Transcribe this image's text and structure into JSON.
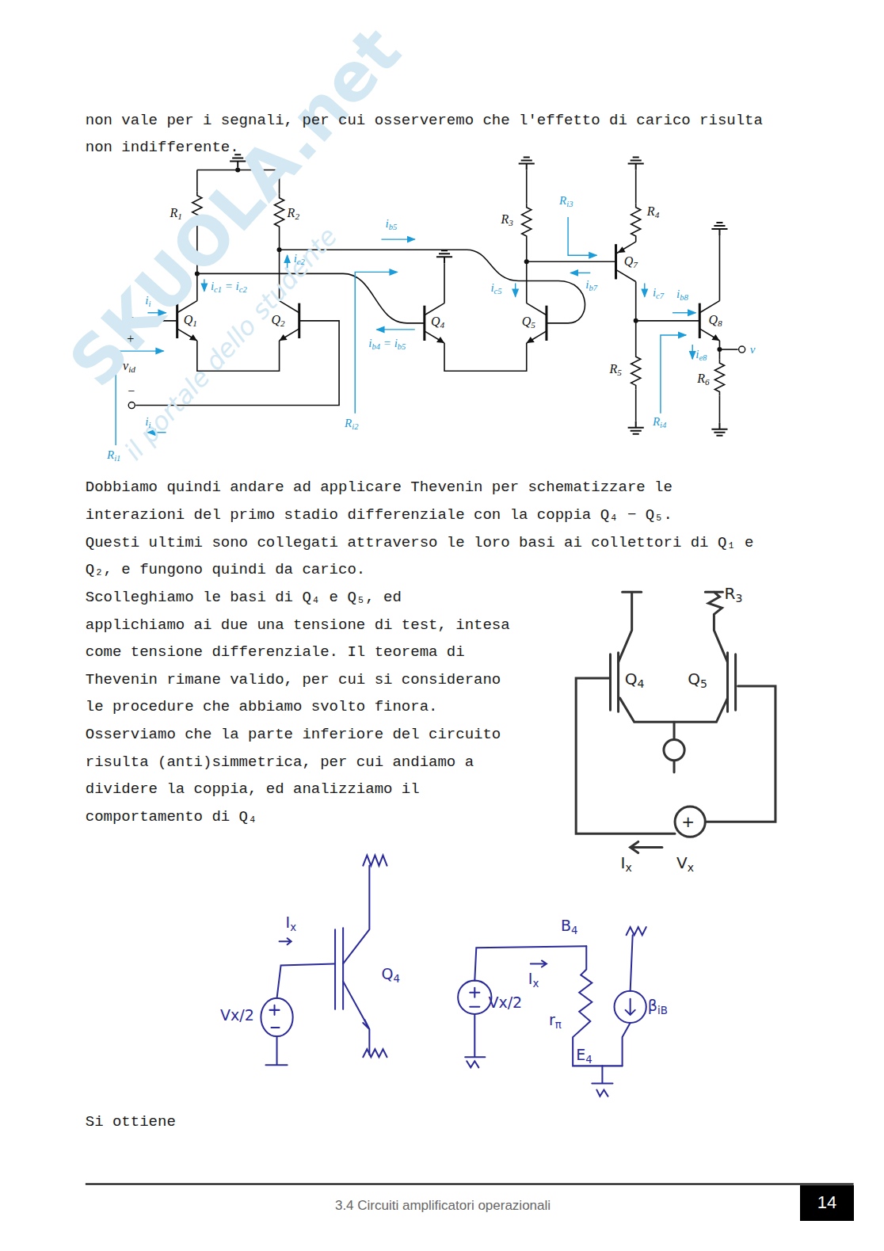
{
  "diagram": {
    "nodes": [
      {
        "text": [
          "14"
        ]
      }
    ],
    "labels": [
      "non vale per i segnali, per cui osserveremo che l'effetto di carico risulta",
      "non indifferente.",
      "SKUOLA.net",
      "il portale dello studente",
      "R1",
      "R2",
      "ic1 = ic2",
      "ic2",
      "ii",
      "Q1",
      "Q2",
      "+",
      "vid",
      "−",
      "ii",
      "Ri1",
      "Ri2",
      "ib5",
      "Q4",
      "Q5",
      "ib4 = ib5",
      "ic5",
      "R3",
      "Ri3",
      "Q7",
      "R4",
      "ib7",
      "ic7",
      "ib8",
      "Q8",
      "ie8",
      "v",
      "R5",
      "R6",
      "Ri4",
      "Dobbiamo quindi andare ad applicare Thevenin per schematizzare le",
      "interazioni del primo stadio differenziale con la coppia Q₄ − Q₅.",
      "Questi ultimi sono collegati attraverso le loro basi ai collettori di Q₁ e",
      "Q₂, e fungono quindi da carico.",
      "Scolleghiamo le basi di Q₄ e Q₅, ed",
      "applichiamo ai due una tensione di test, intesa",
      "come tensione differenziale. Il teorema di",
      "Thevenin rimane valido, per cui si considerano",
      "le procedure che abbiamo svolto finora.",
      "Osserviamo che la parte inferiore del circuito",
      "risulta (anti)simmetrica, per cui andiamo a",
      "dividere la coppia, ed analizziamo il",
      "comportamento di Q₄",
      "Q4",
      "Q5",
      "R3",
      "Ix",
      "Vx",
      "+",
      "Ix",
      "Vx/2",
      "Q4",
      "B4",
      "Ix",
      "Vx/2",
      "rπ",
      "βiB",
      "E4",
      "Si ottiene",
      "3.4 Circuiti amplificatori operazionali"
    ]
  }
}
